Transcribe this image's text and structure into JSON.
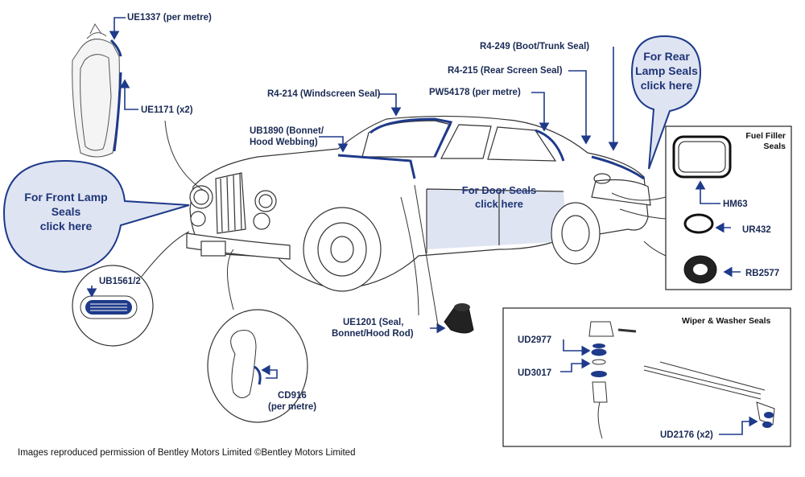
{
  "labels": {
    "ue1337": "UE1337 (per metre)",
    "ue1171": "UE1171 (x2)",
    "r4_214": "R4-214 (Windscreen Seal)",
    "ub1890_line1": "UB1890 (Bonnet/",
    "ub1890_line2": "Hood Webbing)",
    "pw54178": "PW54178 (per metre)",
    "r4_215": "R4-215 (Rear Screen Seal)",
    "r4_249": "R4-249 (Boot/Trunk Seal)",
    "ub1561": "UB1561/2",
    "ue1201_line1": "UE1201 (Seal,",
    "ue1201_line2": "Bonnet/Hood Rod)",
    "cd916_line1": "CD916",
    "cd916_line2": "(per metre)",
    "hm63": "HM63",
    "ur432": "UR432",
    "rb2577": "RB2577",
    "ud2977": "UD2977",
    "ud3017": "UD3017",
    "ud2176": "UD2176 (x2)"
  },
  "links": {
    "front_lamp": [
      "For Front Lamp",
      "Seals",
      "click here"
    ],
    "rear_lamp": [
      "For Rear",
      "Lamp Seals",
      "click here"
    ],
    "door": [
      "For Door Seals",
      "click here"
    ]
  },
  "boxes": {
    "fuel_filler": [
      "Fuel Filler",
      "Seals"
    ],
    "wiper": "Wiper & Washer Seals"
  },
  "footer": "Images reproduced permission of Bentley Motors Limited ©Bentley Motors Limited",
  "colors": {
    "accent": "#1e3a8a",
    "bubble_fill": "#dfe4f2",
    "seal_highlight": "#1e3a8a",
    "outline": "#333333"
  }
}
